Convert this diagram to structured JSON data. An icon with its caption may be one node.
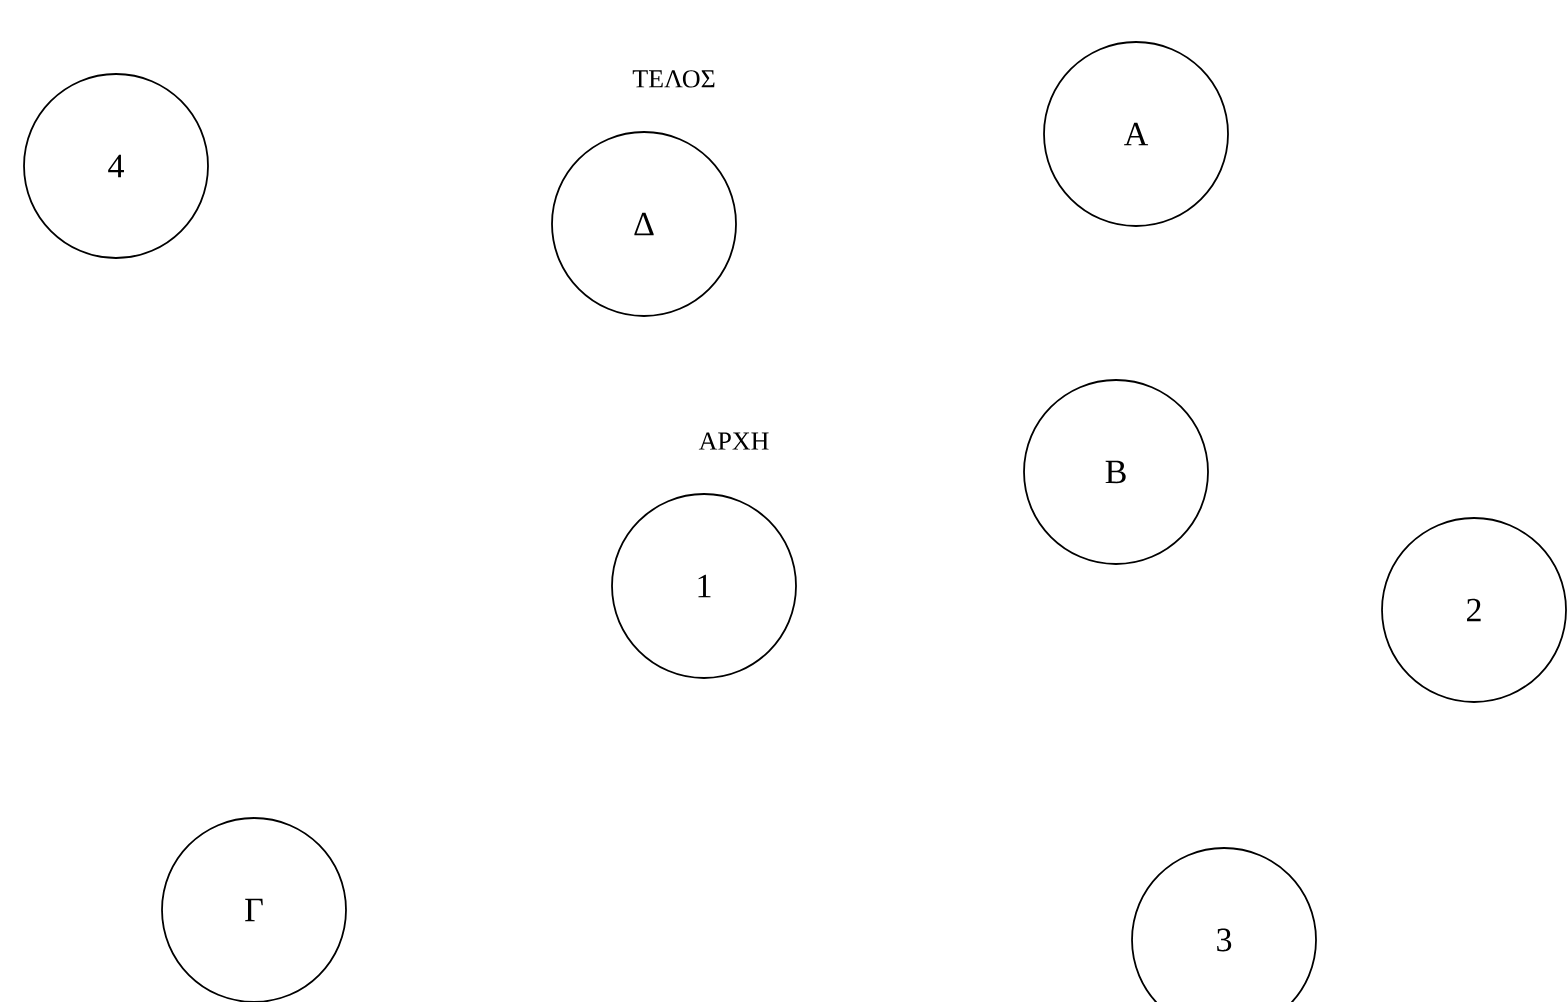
{
  "diagram": {
    "nodes": [
      {
        "text": [
          "4"
        ]
      },
      {
        "text": [
          "Δ"
        ],
        "beside": [
          "ΤΕΛΟΣ"
        ]
      },
      {
        "text": [
          "Α"
        ]
      },
      {
        "text": [
          "Β"
        ]
      },
      {
        "text": [
          "1"
        ],
        "beside": [
          "ΑΡΧΗ"
        ]
      },
      {
        "text": [
          "2"
        ]
      },
      {
        "text": [
          "Γ"
        ]
      },
      {
        "text": [
          "3"
        ]
      }
    ]
  }
}
